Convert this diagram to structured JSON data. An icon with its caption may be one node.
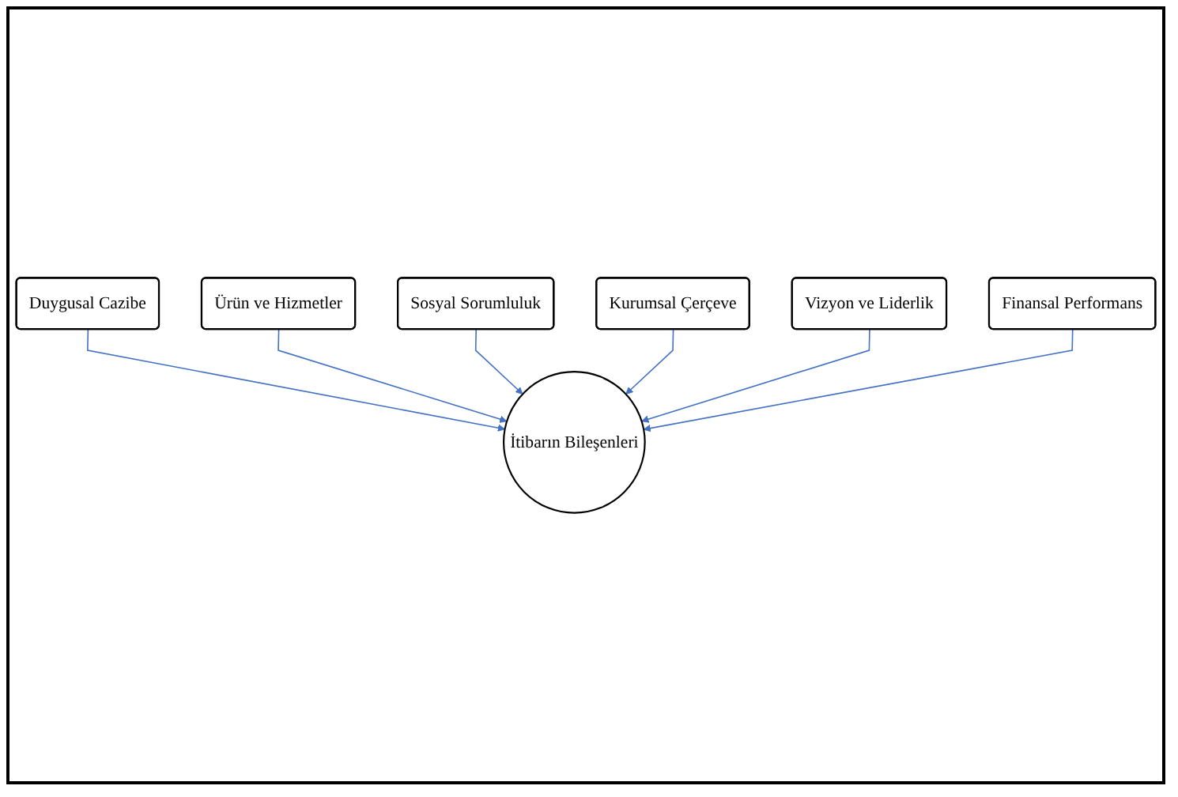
{
  "diagram": {
    "nodes": [
      {
        "text": [
          "Duygusal Cazibe"
        ]
      },
      {
        "text": [
          "Ürün ve Hizmetler"
        ]
      },
      {
        "text": [
          "Sosyal Sorumluluk"
        ]
      },
      {
        "text": [
          "İtibarın Bileşenleri"
        ]
      },
      {
        "text": [
          "Kurumsal Çerçeve"
        ]
      },
      {
        "text": [
          "Vizyon ve Liderlik"
        ]
      },
      {
        "text": [
          "Finansal Performans"
        ]
      }
    ],
    "edges": [
      {
        "from": 0,
        "to": 3,
        "arrow": "to"
      },
      {
        "from": 1,
        "to": 3,
        "arrow": "to"
      },
      {
        "from": 2,
        "to": 3,
        "arrow": "to"
      },
      {
        "from": 4,
        "to": 3,
        "arrow": "to"
      },
      {
        "from": 5,
        "to": 3,
        "arrow": "to"
      },
      {
        "from": 6,
        "to": 3,
        "arrow": "to"
      }
    ]
  }
}
